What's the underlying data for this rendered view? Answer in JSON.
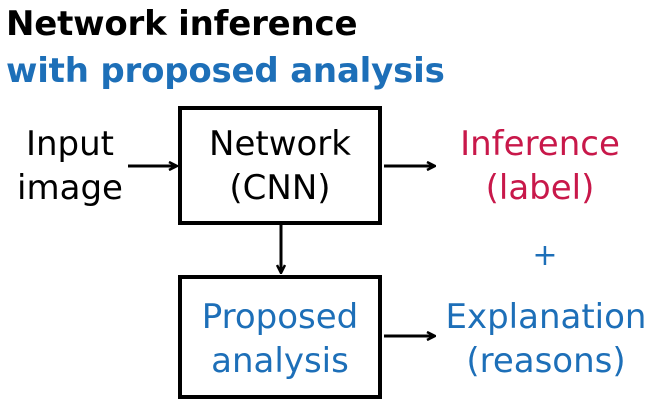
{
  "title": {
    "line1": "Network inference",
    "line2": "with proposed analysis"
  },
  "nodes": {
    "input": {
      "line1": "Input",
      "line2": "image"
    },
    "network": {
      "line1": "Network",
      "line2": "(CNN)"
    },
    "inference": {
      "line1": "Inference",
      "line2": "(label)"
    },
    "plus": "+",
    "proposed": {
      "line1": "Proposed",
      "line2": "analysis"
    },
    "explanation": {
      "line1": "Explanation",
      "line2": "(reasons)"
    }
  },
  "colors": {
    "title_black": "#000000",
    "title_blue": "#1d6fb8",
    "inference_red": "#c8184a",
    "analysis_blue": "#1d6fb8",
    "stroke": "#000000"
  }
}
